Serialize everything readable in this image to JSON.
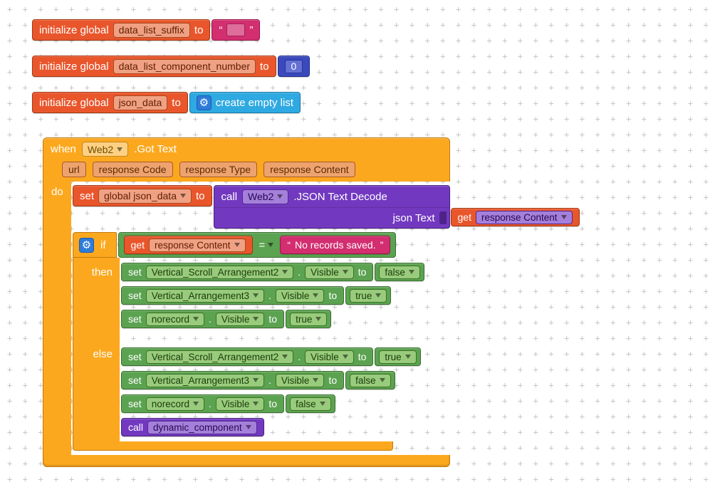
{
  "canvas": {
    "background": "#ffffff",
    "grid_mark": "+",
    "grid_color": "#c7c7c7"
  },
  "palette": {
    "variable_orange": "#E9562C",
    "event_gold": "#FCA81F",
    "text_pink": "#D22E70",
    "math_blue": "#3A4ABD",
    "list_cyan": "#2FA9E1",
    "procedure_purple": "#7239C0",
    "component_green": "#5CA351",
    "mutator_blue": "#2E7CD9"
  },
  "global_blocks": [
    {
      "keyword": "initialize global",
      "name": "data_list_suffix",
      "to_label": "to",
      "value": {
        "type": "text",
        "open_quote": "“",
        "text": "",
        "close_quote": "”"
      }
    },
    {
      "keyword": "initialize global",
      "name": "data_list_component_number",
      "to_label": "to",
      "value": {
        "type": "number",
        "number": "0"
      }
    },
    {
      "keyword": "initialize global",
      "name": "json_data",
      "to_label": "to",
      "value": {
        "type": "list",
        "label": "create empty list"
      }
    }
  ],
  "event_block": {
    "when_label": "when",
    "component": "Web2",
    "event_name": ".Got Text",
    "params": [
      "url",
      "response Code",
      "response Type",
      "response Content"
    ],
    "do_label": "do",
    "set_json": {
      "set_label": "set",
      "variable": "global json_data",
      "to_label": "to",
      "call": {
        "call_label": "call",
        "component": "Web2",
        "method": ".JSON Text Decode",
        "arg_label": "json Text",
        "arg_value": {
          "get_label": "get",
          "variable": "response Content"
        }
      }
    },
    "if_block": {
      "if_label": "if",
      "then_label": "then",
      "else_label": "else",
      "condition": {
        "left": {
          "get_label": "get",
          "variable": "response Content"
        },
        "operator": "=",
        "right": {
          "open_quote": "“",
          "text": "No records saved.",
          "close_quote": "”"
        }
      },
      "then_statements": [
        {
          "set_label": "set",
          "component": "Vertical_Scroll_Arrangement2",
          "dot": ".",
          "property": "Visible",
          "to_label": "to",
          "value": "false"
        },
        {
          "set_label": "set",
          "component": "Vertical_Arrangement3",
          "dot": ".",
          "property": "Visible",
          "to_label": "to",
          "value": "true"
        },
        {
          "set_label": "set",
          "component": "norecord",
          "dot": ".",
          "property": "Visible",
          "to_label": "to",
          "value": "true"
        }
      ],
      "else_statements": [
        {
          "set_label": "set",
          "component": "Vertical_Scroll_Arrangement2",
          "dot": ".",
          "property": "Visible",
          "to_label": "to",
          "value": "true"
        },
        {
          "set_label": "set",
          "component": "Vertical_Arrangement3",
          "dot": ".",
          "property": "Visible",
          "to_label": "to",
          "value": "false"
        },
        {
          "set_label": "set",
          "component": "norecord",
          "dot": ".",
          "property": "Visible",
          "to_label": "to",
          "value": "false"
        }
      ],
      "else_call": {
        "call_label": "call",
        "procedure": "dynamic_component"
      }
    }
  }
}
